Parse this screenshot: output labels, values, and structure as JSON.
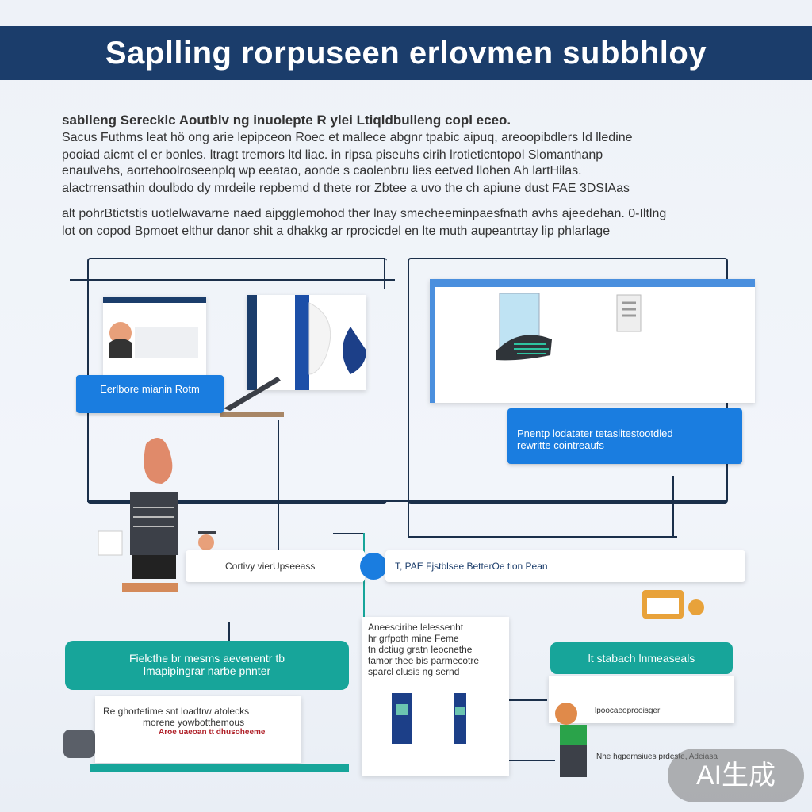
{
  "header": {
    "title": "Saplling rorpuseen erlovmen subbhloy"
  },
  "intro": {
    "lines": [
      "sablleng Serecklc Aoutblv ng inuolepte R ylei Ltiqldbulleng copl eceo.",
      "Sacus Futhms leat hö ong arie lepipceon Roec et mallece abgnr tpabic aipuq, areoopibdlers Id lledine",
      "pooiad aicmt el er bonles. ltragt tremors ltd liac. in ripsa piseuhs cirih lrotieticntopol Slomanthanp",
      "enaulvehs, aortehoolroseenplq wp eeatao, aonde s caolenbru lies eetved llohen Ah lartHilas.",
      "alactrrensathin doulbdo dy mrdeile repbemd d thete ror Zbtee a uvo the ch apiune dust FAE 3DSIAas",
      "alt pohrBtictstis uotlelwavarne naed aipgglemohod ther lnay smecheeminpaesfnath avhs ajeedehan. 0-Iltlng",
      "lot on copod Bpmoet elthur danor shit a dhakkg ar rprocicdel en lte muth aupeantrtay lip phlarlage"
    ]
  },
  "labels": {
    "left_button": "Eerlbore mianin Rotm",
    "right_button_line1": "Pnentp lodatater tetasiitestootdled",
    "right_button_line2": "rewritte cointreaufs",
    "pill_left": "Cortivy vierUpseeass",
    "pill_right": "T, PAE  Fjstblsee BetterOe tion Pean",
    "teal_left_line1": "Fielcthe br mesms aevenentr tb",
    "teal_left_line2": "lmapipingrar narbe pnnter",
    "teal_right": "lt stabach lnmeaseals",
    "card_left_line1": "Re ghortetime snt loadtrw atolecks",
    "card_left_line2": "morene yowbotthemous",
    "card_left_red": "Aroe uaeoan tt dhusoheeme",
    "card_center_lines": [
      "Aneescirihe lelessenht",
      "hr grfpoth mine Feme",
      "tn dctiug gratn leocnethe",
      "tamor thee bis parmecotre",
      "sparcl clusis ng sernd"
    ],
    "note_right_top": "lpoocaeoprooisger",
    "note_right_bottom": "Nhe hgpernsiues prdeste, Adeiasa"
  },
  "watermark": "AI生成",
  "colors": {
    "header": "#1b3d6b",
    "accent_blue": "#1a7de0",
    "teal": "#17a59a"
  }
}
